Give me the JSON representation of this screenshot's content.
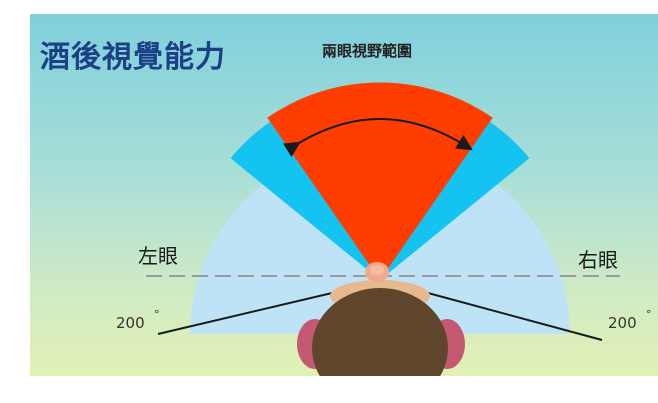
{
  "title": "酒後視覺能力",
  "subtitle": "兩眼視野範圍",
  "labels": {
    "left_eye": "左眼",
    "right_eye": "右眼",
    "left_angle": "200",
    "right_angle": "200",
    "degree_symbol": "°"
  },
  "colors": {
    "background_top": "#7fd0dc",
    "background_bottom": "#e2f0b4",
    "outer_field": "#bfe3f6",
    "peripheral_band": "#15c3f0",
    "binocular_field": "#ff3d00",
    "head": "#5f452b",
    "ears": "#c45a72",
    "face": "#e6b98f",
    "title": "#1d3f86"
  },
  "field_of_view": {
    "total_degrees": 200,
    "zones": [
      "outer",
      "peripheral",
      "binocular"
    ]
  }
}
